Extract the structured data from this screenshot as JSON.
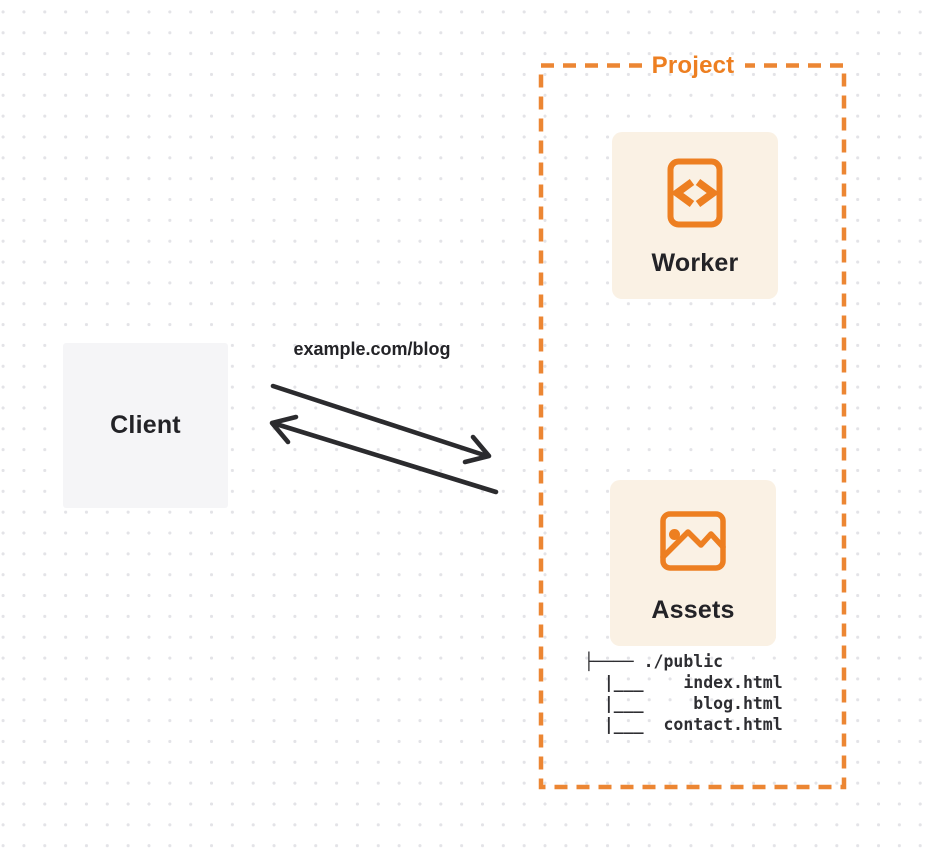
{
  "colors": {
    "orange": "#ED7F21",
    "orange_border": "#EC8633",
    "orange_soft": "#FAF1E4",
    "ink": "#232327",
    "arrow": "#2B2B2E",
    "dot_grid": "#E3E3E7",
    "client_bg": "#F5F5F7",
    "tree_text": "#2E2E32"
  },
  "client": {
    "label": "Client"
  },
  "request": {
    "label": "example.com/blog"
  },
  "project": {
    "label": "Project",
    "worker": {
      "label": "Worker",
      "icon": "code-icon"
    },
    "assets": {
      "label": "Assets",
      "icon": "image-icon"
    },
    "file_tree": {
      "lines": [
        "├──── ./public",
        "  |___    index.html",
        "  |___     blog.html",
        "  |___  contact.html"
      ]
    }
  }
}
